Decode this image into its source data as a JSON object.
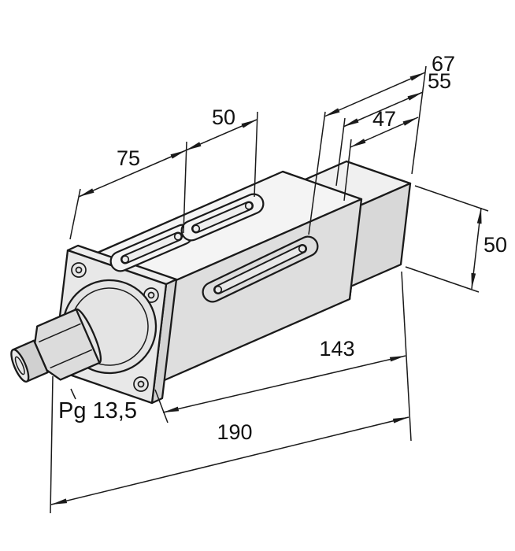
{
  "drawing": {
    "type": "technical-dimension-drawing",
    "subject": "rectangular sensor housing with mounting flange, mounting slots and cable gland",
    "labels": {
      "d75": "75",
      "d50_top": "50",
      "d47": "47",
      "d55": "55",
      "d67": "67",
      "d50_right": "50",
      "d143": "143",
      "d190": "190",
      "gland": "Pg 13,5"
    },
    "colors": {
      "line": "#1a1a1a",
      "band": "#cfcfcf",
      "rear_top": "#f0f0f0",
      "rear_right": "#d8d8d8",
      "main_top": "#f4f4f4",
      "main_right": "#dedede",
      "flange_top": "#ededed",
      "flange_right": "#d3d3d3",
      "flange_front": "#e8e8e8",
      "boss": "#e4e4e4",
      "nut": "#dcdcdc",
      "nose": "#d0d0d0",
      "nose_end": "#e8e8e8"
    }
  }
}
